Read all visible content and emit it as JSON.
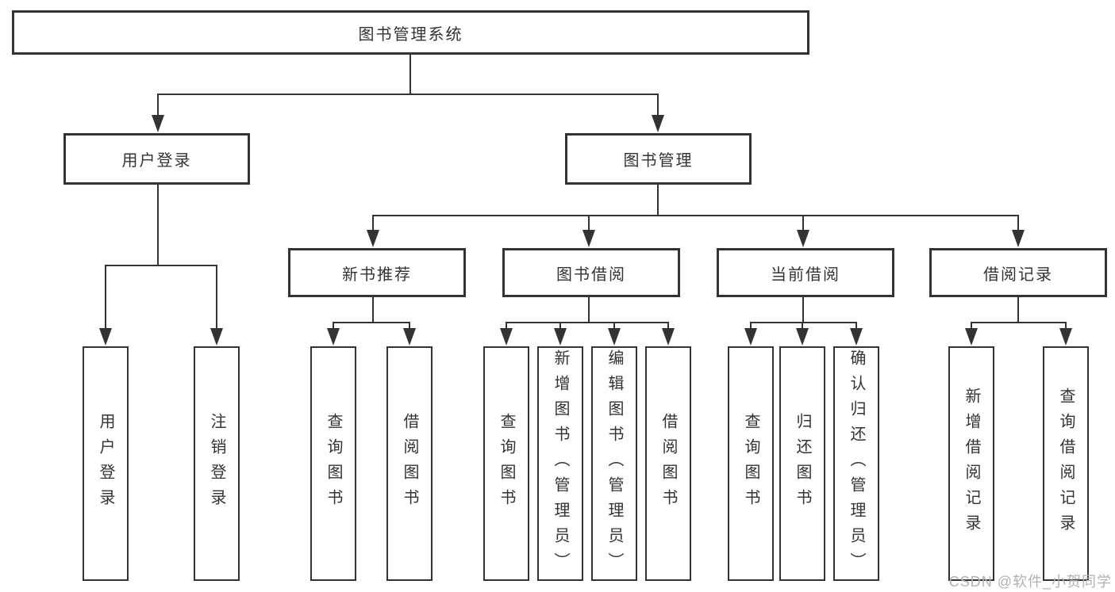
{
  "tree": {
    "root": {
      "label": "图书管理系统",
      "children": [
        {
          "label": "用户登录",
          "children": [
            {
              "label": "用户登录"
            },
            {
              "label": "注销登录"
            }
          ]
        },
        {
          "label": "图书管理",
          "children": [
            {
              "label": "新书推荐",
              "children": [
                {
                  "label": "查询图书"
                },
                {
                  "label": "借阅图书"
                }
              ]
            },
            {
              "label": "图书借阅",
              "children": [
                {
                  "label": "查询图书"
                },
                {
                  "label": "新增图书（管理员）"
                },
                {
                  "label": "编辑图书（管理员）"
                },
                {
                  "label": "借阅图书"
                }
              ]
            },
            {
              "label": "当前借阅",
              "children": [
                {
                  "label": "查询图书"
                },
                {
                  "label": "归还图书"
                },
                {
                  "label": "确认归还（管理员）"
                }
              ]
            },
            {
              "label": "借阅记录",
              "children": [
                {
                  "label": "新增借阅记录"
                },
                {
                  "label": "查询借阅记录"
                }
              ]
            }
          ]
        }
      ]
    }
  },
  "watermark": {
    "text": "CSDN @软件_小贺同学"
  },
  "colors": {
    "line": "#333333",
    "box_border": "#333333",
    "text": "#333333",
    "watermark": "#b4b0b0",
    "background": "#ffffff"
  }
}
